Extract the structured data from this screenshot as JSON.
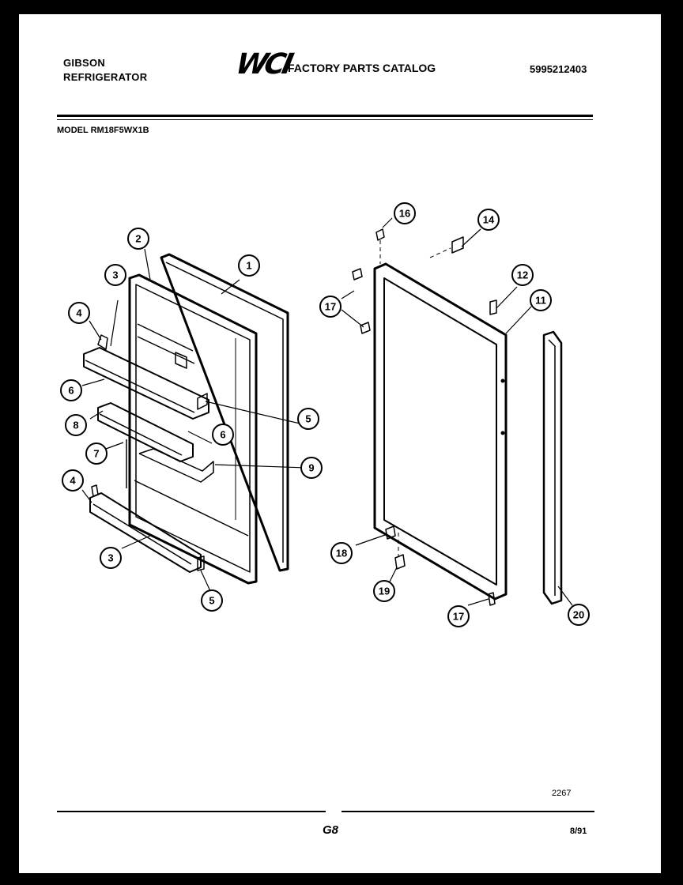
{
  "header": {
    "brand_line1": "GIBSON",
    "brand_line2": "REFRIGERATOR",
    "logo": "WCI",
    "catalog_title": "FACTORY PARTS CATALOG",
    "part_number": "5995212403"
  },
  "model_line": "MODEL RM18F5WX1B",
  "callouts": [
    "1",
    "2",
    "3",
    "4",
    "5",
    "6",
    "7",
    "8",
    "9",
    "3",
    "4",
    "5",
    "6",
    "11",
    "12",
    "14",
    "16",
    "17",
    "17",
    "18",
    "19",
    "20"
  ],
  "footer": {
    "ref_number": "2267",
    "page_code": "G8",
    "date_code": "8/91"
  }
}
